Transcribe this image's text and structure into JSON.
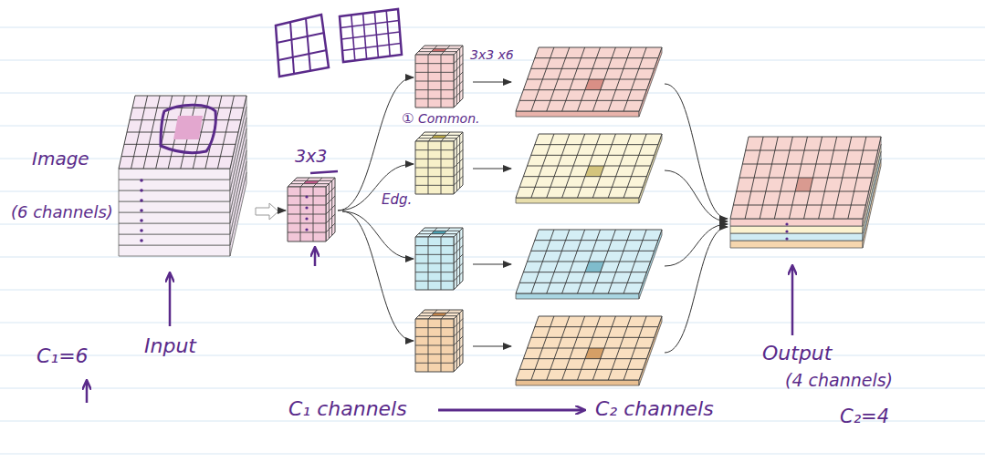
{
  "diagram": {
    "nodes": [
      {
        "text": [
          "Image",
          "(6 channels)",
          "Input"
        ]
      },
      {
        "text": [
          "3x3"
        ]
      },
      {
        "text": [
          "3x3 x6"
        ]
      },
      {
        "text": [
          "Edg."
        ]
      },
      {
        "text": [
          "Output",
          "(4 channels)",
          "C₂=4"
        ]
      }
    ],
    "edges": [
      {
        "from": 0,
        "to": 1,
        "arrow": "to"
      },
      {
        "from": 1,
        "to": 2,
        "arrow": "to"
      },
      {
        "from": 1,
        "to": 3,
        "arrow": "to"
      }
    ],
    "labels": [
      "C₁=6",
      "①",
      "Common.",
      "C₁ channels",
      "C₂ channels"
    ]
  }
}
